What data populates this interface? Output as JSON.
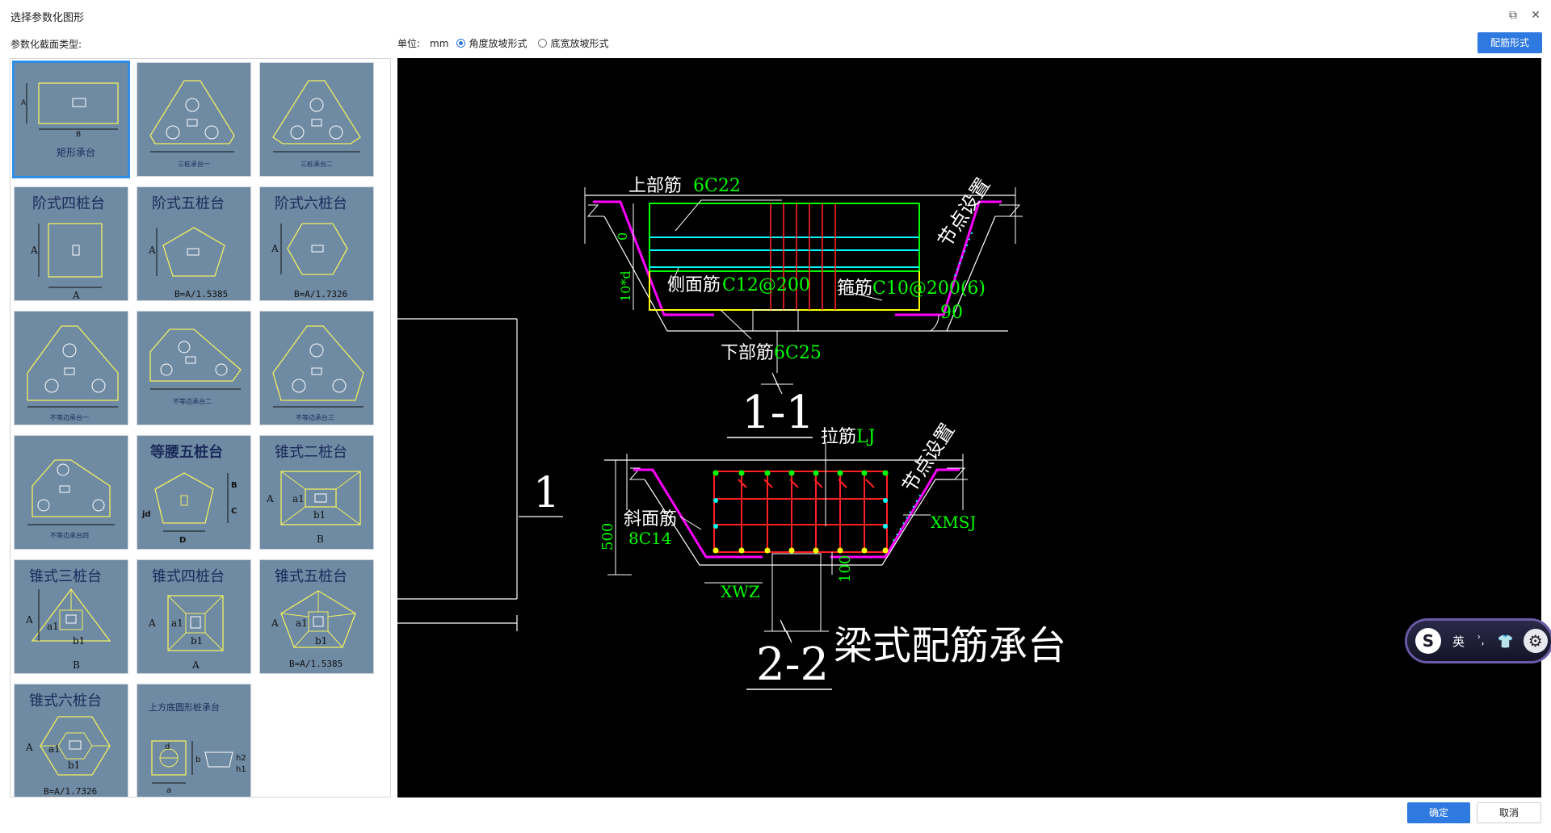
{
  "window": {
    "title": "选择参数化图形",
    "restore_icon": "restore-icon",
    "close_icon": "close-icon"
  },
  "gallery": {
    "label": "参数化截面类型:",
    "items": [
      {
        "id": "rect",
        "caption": "矩形承台",
        "selected": true
      },
      {
        "id": "tri1",
        "caption": "三桩承台一"
      },
      {
        "id": "tri2",
        "caption": "三桩承台二"
      },
      {
        "id": "step4",
        "title": "阶式四桩台"
      },
      {
        "id": "step5",
        "title": "阶式五桩台",
        "formula": "B=A/1.5385"
      },
      {
        "id": "step6",
        "title": "阶式六桩台",
        "formula": "B=A/1.7326"
      },
      {
        "id": "uneq1",
        "caption": "不等边承台一"
      },
      {
        "id": "uneq2",
        "caption": "不等边承台二"
      },
      {
        "id": "uneq3",
        "caption": "不等边承台三"
      },
      {
        "id": "uneq4",
        "caption": "不等边承台四"
      },
      {
        "id": "iso5",
        "title": "等腰五桩台"
      },
      {
        "id": "cone2",
        "title": "锥式二桩台"
      },
      {
        "id": "cone3",
        "title": "锥式三桩台"
      },
      {
        "id": "cone4",
        "title": "锥式四桩台"
      },
      {
        "id": "cone5",
        "title": "锥式五桩台",
        "formula": "B=A/1.5385"
      },
      {
        "id": "cone6",
        "title": "锥式六桩台",
        "formula": "B=A/1.7326"
      },
      {
        "id": "squareround",
        "title": "上方底圆形桩承台"
      }
    ]
  },
  "toolbar": {
    "unit_label": "单位:",
    "unit_value": "mm",
    "options": [
      {
        "label": "角度放坡形式",
        "checked": true
      },
      {
        "label": "底宽放坡形式",
        "checked": false
      }
    ],
    "rebar_button": "配筋形式"
  },
  "drawing": {
    "section_mark": "1",
    "sec1": {
      "title": "1-1",
      "top_rebar_label": "上部筋",
      "top_rebar_value": "6C22",
      "side_rebar_label": "侧面筋",
      "side_rebar_value": "C12@200",
      "stirrup_label": "箍筋",
      "stirrup_value": "C10@200(6)",
      "bottom_rebar_label": "下部筋",
      "bottom_rebar_value": "6C25",
      "node_setting": "节点设置",
      "angle": "90",
      "dim_zero": "0",
      "dim_10d": "10*d"
    },
    "sec2": {
      "title": "2-2",
      "tie_label": "拉筋",
      "tie_value": "LJ",
      "slope_label": "斜面筋",
      "slope_value": "8C14",
      "node_setting": "节点设置",
      "xmsj": "XMSJ",
      "xwz": "XWZ",
      "dim_500": "500",
      "dim_100": "100"
    },
    "main_title": "梁式配筋承台",
    "colors": {
      "white": "#ffffff",
      "green": "#00ff00",
      "cyan": "#00ffff",
      "magenta": "#ff00ff",
      "red": "#ff2020",
      "yellow": "#ffff00"
    }
  },
  "ime": {
    "logo_icon": "sogou-logo-icon",
    "language": "英",
    "punct": "ʾ,",
    "skin_icon": "shirt-icon",
    "settings_icon": "gear-icon"
  },
  "footer": {
    "ok": "确定",
    "cancel": "取消"
  }
}
